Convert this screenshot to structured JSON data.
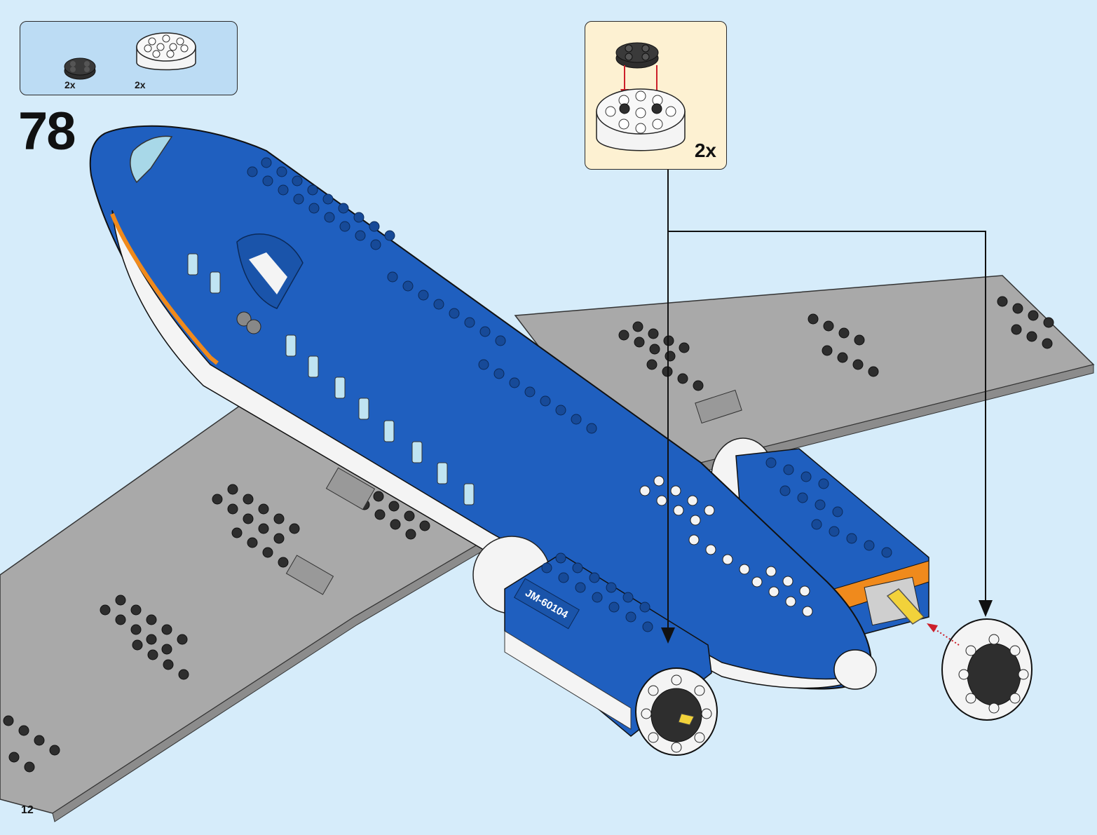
{
  "page": {
    "number": "12"
  },
  "step": {
    "number": "78"
  },
  "parts_list": {
    "items": [
      {
        "name": "dark-round-plate-2x2",
        "color": "#3a3a3a",
        "quantity": "2x"
      },
      {
        "name": "white-round-brick-4x4",
        "color": "#f4f4f4",
        "quantity": "2x"
      }
    ]
  },
  "callout": {
    "quantity": "2x"
  },
  "model": {
    "tail_number": "JM-60104"
  },
  "colors": {
    "background": "#d6ecfa",
    "fuselage_blue": "#1f5fbf",
    "wing_gray": "#a7a7a7",
    "engine_white": "#f4f4f4",
    "accent_orange": "#f08a1c",
    "arrow_red": "#cc1f2a"
  }
}
